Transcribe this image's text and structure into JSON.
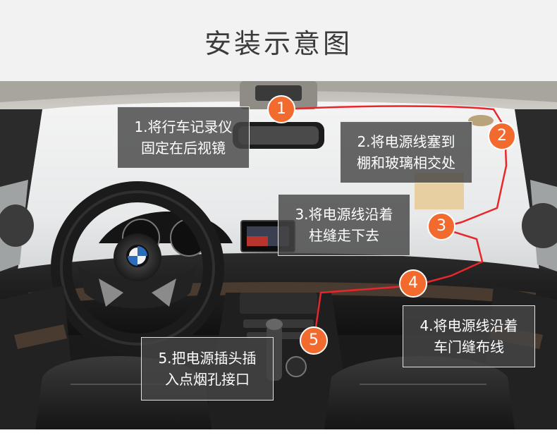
{
  "header": {
    "title": "安装示意图"
  },
  "steps": [
    {
      "number": "1",
      "line1": "1.将行车记录仪",
      "line2": "固定在后视镜"
    },
    {
      "number": "2",
      "line1": "2.将电源线塞到",
      "line2": "棚和玻璃相交处"
    },
    {
      "number": "3",
      "line1": "3.将电源线沿着",
      "line2": "柱缝走下去"
    },
    {
      "number": "4",
      "line1": "4.将电源线沿着",
      "line2": "车门缝布线"
    },
    {
      "number": "5",
      "line1": "5.把电源插头插",
      "line2": "入点烟孔接口"
    }
  ],
  "colors": {
    "marker": "#f26a2e",
    "route_line": "#e8262b",
    "box_bg": "#464646"
  }
}
